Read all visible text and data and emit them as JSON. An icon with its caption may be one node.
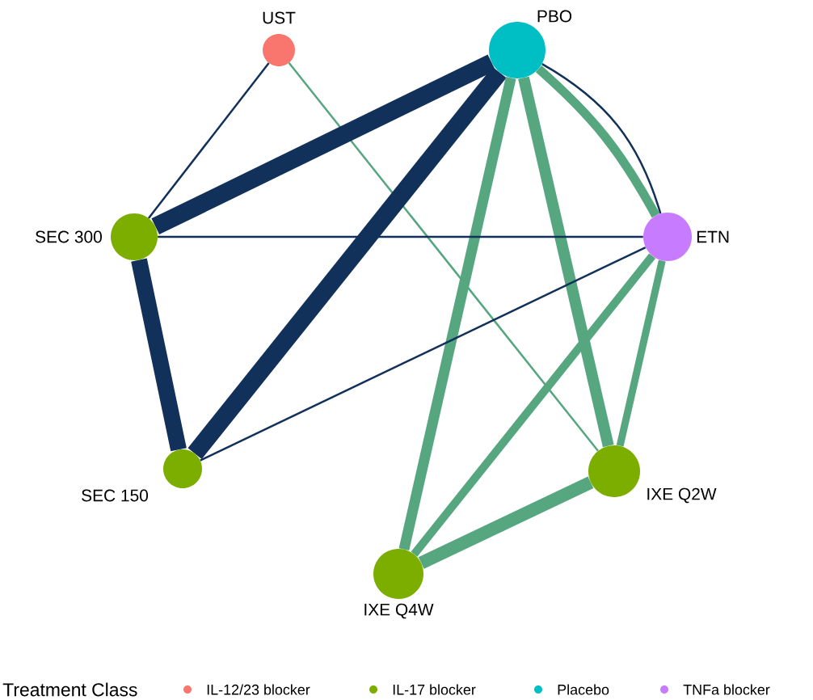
{
  "diagram": {
    "nodes": [
      {
        "text": [
          "UST"
        ]
      },
      {
        "text": [
          "PBO"
        ]
      },
      {
        "text": [
          "SEC 300"
        ]
      },
      {
        "text": [
          "ETN"
        ]
      },
      {
        "text": [
          "SEC 150"
        ]
      },
      {
        "text": [
          "IXE Q2W"
        ]
      },
      {
        "text": [
          "IXE Q4W"
        ]
      }
    ],
    "edges": [
      {
        "from": 0,
        "to": 2,
        "arrow": "none",
        "color": "#12315a"
      },
      {
        "from": 0,
        "to": 5,
        "arrow": "none",
        "color": "#56a67f"
      },
      {
        "from": 1,
        "to": 2,
        "arrow": "none",
        "style": "thick",
        "color": "#12315a"
      },
      {
        "from": 1,
        "to": 4,
        "arrow": "none",
        "style": "thick",
        "color": "#12315a"
      },
      {
        "from": 1,
        "to": 3,
        "arrow": "none",
        "color": "#12315a"
      },
      {
        "from": 1,
        "to": 3,
        "arrow": "none",
        "color": "#56a67f"
      },
      {
        "from": 1,
        "to": 6,
        "arrow": "none",
        "color": "#56a67f"
      },
      {
        "from": 1,
        "to": 5,
        "arrow": "none",
        "color": "#56a67f"
      },
      {
        "from": 2,
        "to": 3,
        "arrow": "none",
        "color": "#12315a"
      },
      {
        "from": 2,
        "to": 4,
        "arrow": "none",
        "style": "thick",
        "color": "#12315a"
      },
      {
        "from": 3,
        "to": 4,
        "arrow": "none",
        "color": "#12315a"
      },
      {
        "from": 3,
        "to": 6,
        "arrow": "none",
        "color": "#56a67f"
      },
      {
        "from": 3,
        "to": 5,
        "arrow": "none",
        "color": "#56a67f"
      },
      {
        "from": 5,
        "to": 6,
        "arrow": "none",
        "color": "#56a67f"
      }
    ],
    "labels": [
      "Treatment Class"
    ],
    "legend": [
      {
        "text": "IL-12/23 blocker",
        "color": "#f8766d"
      },
      {
        "text": "IL-17 blocker",
        "color": "#7cae00"
      },
      {
        "text": "Placebo",
        "color": "#00bfc4"
      },
      {
        "text": "TNFa blocker",
        "color": "#c77cff"
      }
    ]
  }
}
